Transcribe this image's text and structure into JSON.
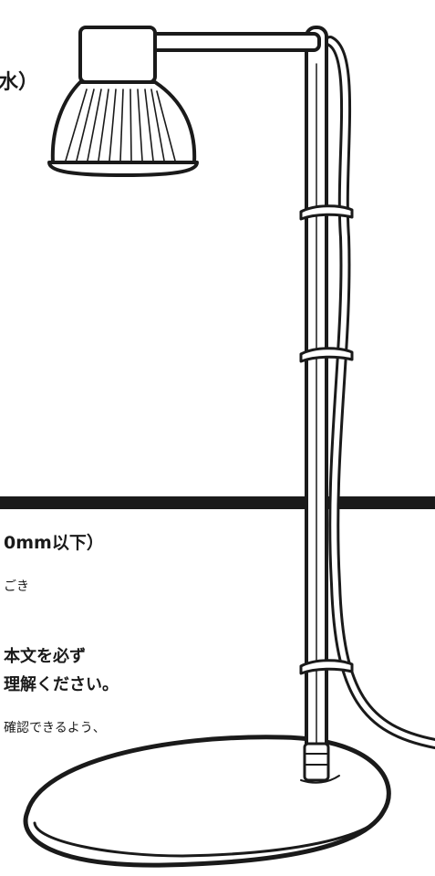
{
  "page": {
    "title_fragment": "水）",
    "spec_fragment": "0mm以下）",
    "note_fragment": "ごき",
    "warning_line1": "本文を必ず",
    "warning_line2": "理解ください。",
    "body_fragment": "確認できるよう、"
  },
  "illustration": {
    "subject": "desk-lamp-with-clamp-icon",
    "colors": {
      "ink": "#1a1a1a",
      "paper": "#ffffff"
    }
  }
}
